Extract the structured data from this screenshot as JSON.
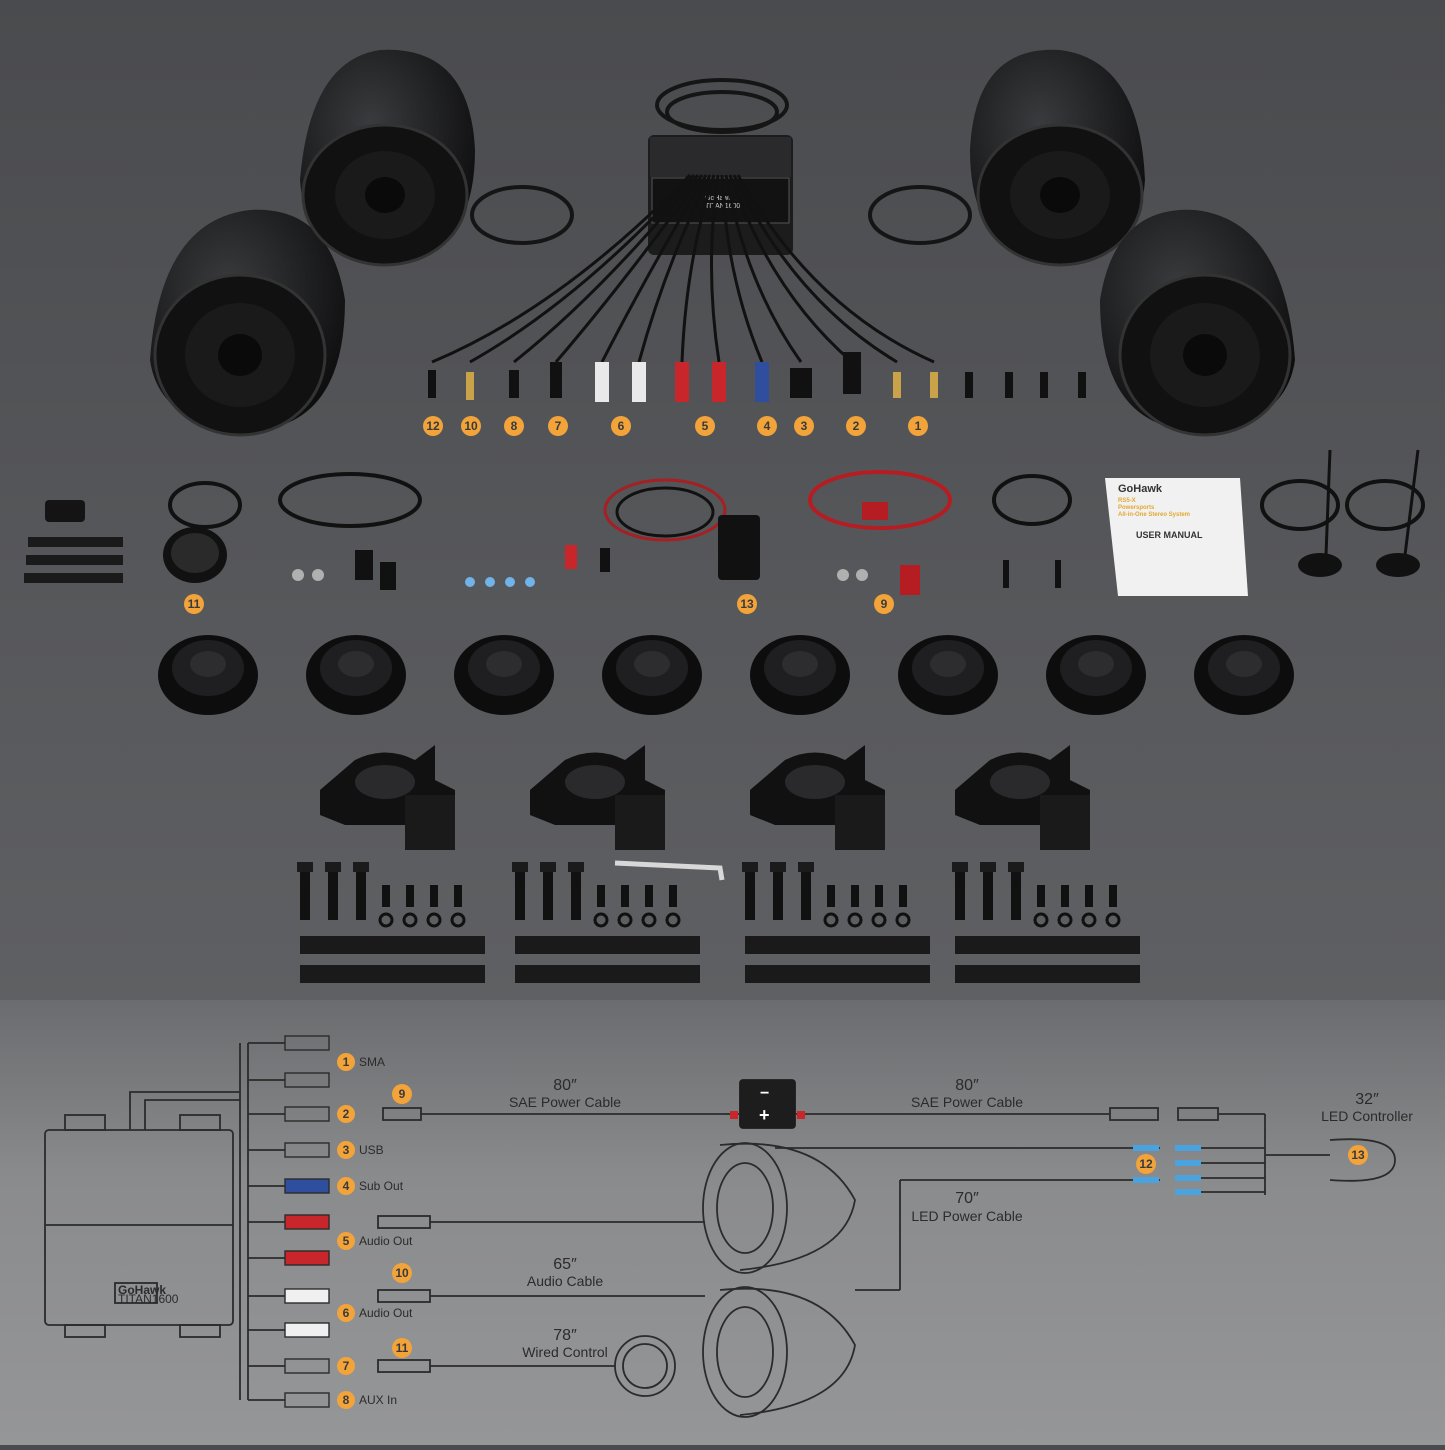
{
  "colors": {
    "top_background": "#4a4b4e",
    "diagram_background": "#8a8b8d",
    "badge": "#f2a33a",
    "line": "#2b2b2b"
  },
  "kit_badges": [
    "12",
    "10",
    "8",
    "7",
    "6",
    "5",
    "4",
    "3",
    "2",
    "1",
    "11",
    "13",
    "9"
  ],
  "unit_label": "GoHawk\nTITAN1600",
  "manual": {
    "brand": "GoHawk",
    "model": "RS5-X",
    "subtitle1": "Powersports",
    "subtitle2": "All-in-One Stereo System",
    "title": "USER MANUAL"
  },
  "diagram": {
    "unit_brand": "GoHawk",
    "unit_model": "TITAN1600",
    "ports": [
      {
        "num": "1",
        "label": "SMA"
      },
      {
        "num": "2",
        "label": ""
      },
      {
        "num": "3",
        "label": "USB"
      },
      {
        "num": "4",
        "label": "Sub Out"
      },
      {
        "num": "5",
        "label": "Audio Out"
      },
      {
        "num": "6",
        "label": "Audio Out"
      },
      {
        "num": "7",
        "label": ""
      },
      {
        "num": "8",
        "label": "AUX In"
      }
    ],
    "cables": {
      "sae_left_len": "80″",
      "sae_left_name": "SAE Power Cable",
      "sae_right_len": "80″",
      "sae_right_name": "SAE Power Cable",
      "led_power_len": "70″",
      "led_power_name": "LED Power Cable",
      "audio_len": "65″",
      "audio_name": "Audio Cable",
      "wired_len": "78″",
      "wired_name": "Wired Control",
      "led_ctrl_len": "32″",
      "led_ctrl_name": "LED Controller"
    },
    "badges": {
      "sae": "9",
      "led_pins": "12",
      "led_ctrl": "13",
      "audio": "10",
      "wired": "11"
    },
    "fuse_minus": "−",
    "fuse_plus": "+"
  }
}
